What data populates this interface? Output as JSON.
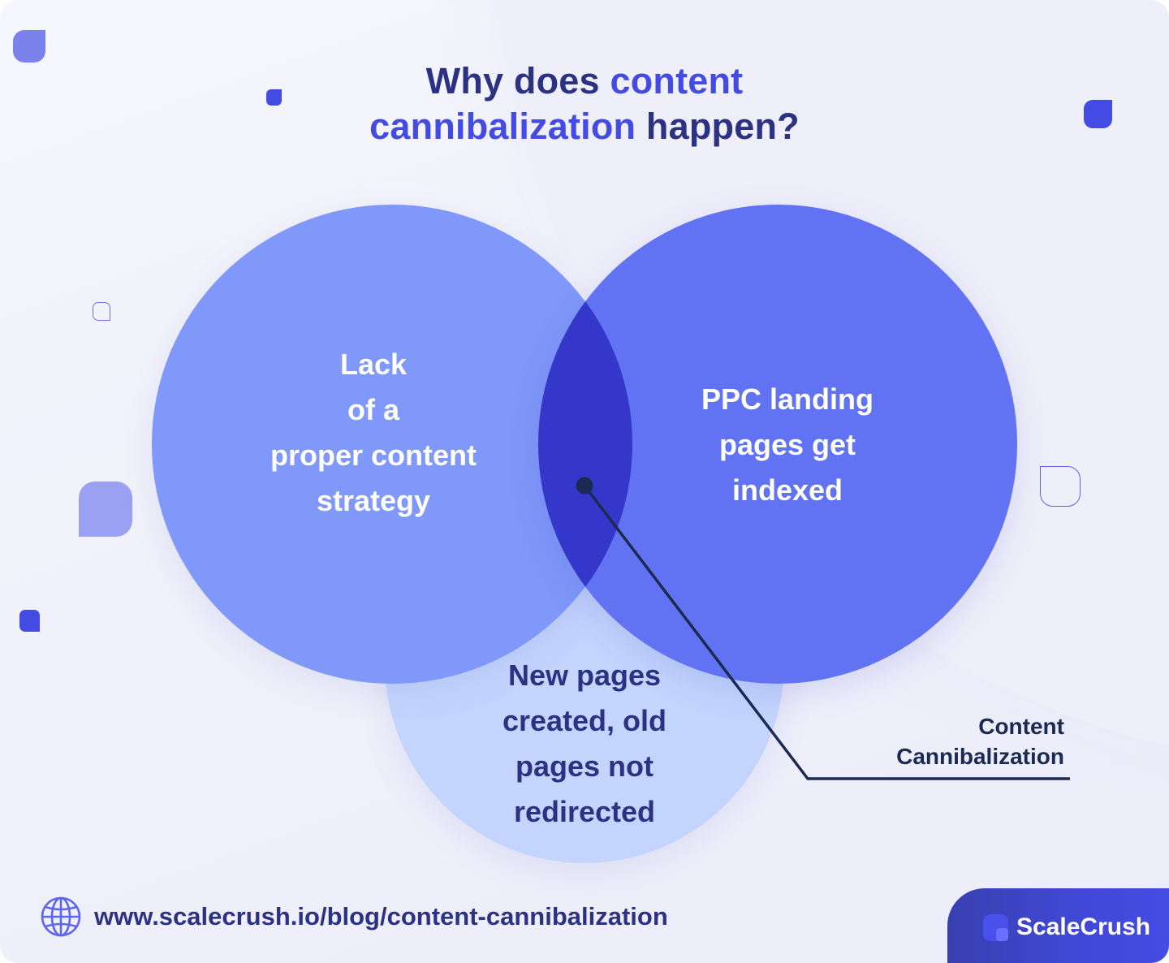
{
  "title": {
    "line1_dark": "Why does ",
    "line1_accent": "content",
    "line2_accent": "cannibalization",
    "line2_dark": " happen?"
  },
  "colors": {
    "title_dark": "#2c3282",
    "accent": "#434be4",
    "circle_left": "#7f98f9",
    "circle_right": "#6173f2",
    "circle_bottom": "#c3d5fd",
    "intersection": "#3437c9",
    "callout_line": "#1b2a52"
  },
  "venn": {
    "left": {
      "lines": [
        "Lack",
        "of a",
        "proper content",
        "strategy"
      ]
    },
    "right": {
      "lines": [
        "PPC landing",
        "pages get",
        "indexed"
      ]
    },
    "bottom": {
      "lines": [
        "New pages",
        "created, old",
        "pages not",
        "redirected"
      ]
    },
    "intersection_callout": {
      "lines": [
        "Content",
        "Cannibalization"
      ]
    }
  },
  "footer": {
    "icon": "globe-icon",
    "url": "www.scalecrush.io/blog/content-cannibalization"
  },
  "brand": {
    "icon": "scalecrush-logo-icon",
    "name": "ScaleCrush"
  }
}
